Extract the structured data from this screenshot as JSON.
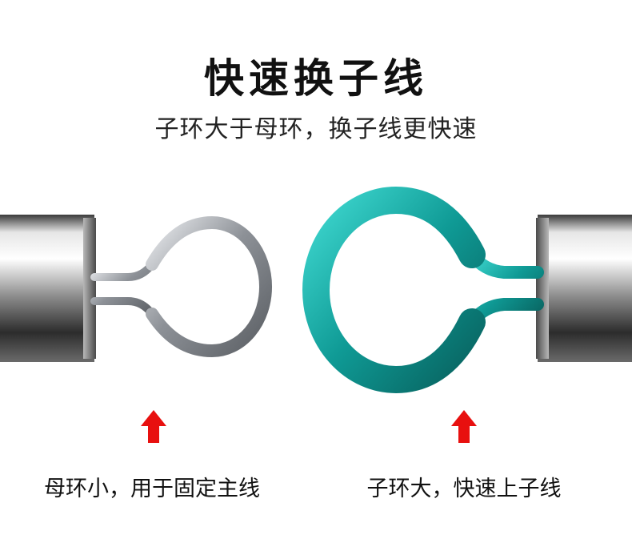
{
  "header": {
    "title": "快速换子线",
    "subtitle": "子环大于母环，换子线更快速"
  },
  "left_swivel": {
    "caption": "母环小，用于固定主线",
    "ring_color": "#9a9ea4"
  },
  "right_swivel": {
    "caption": "子环大，快速上子线",
    "ring_color": "#12a8a2"
  },
  "colors": {
    "arrow": "#e8100f",
    "text": "#111111"
  }
}
